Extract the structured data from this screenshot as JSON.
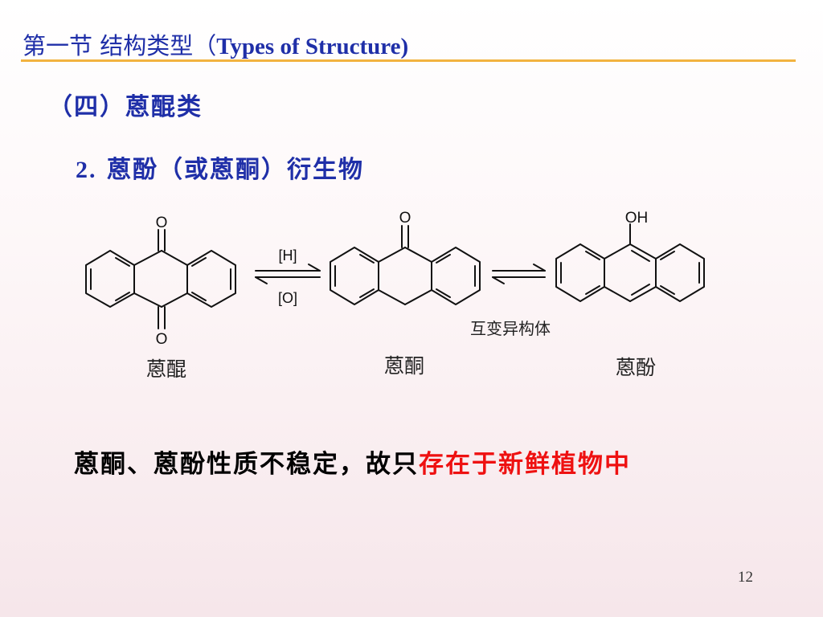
{
  "slide": {
    "title_cn": "第一节  结构类型（",
    "title_en": "Types of  Structure)",
    "section": "（四）蒽醌类",
    "subsection_num": "2.",
    "subsection_text": " 蒽酚（或蒽酮）衍生物",
    "page_number": "12",
    "accent_color": "#f2b340",
    "title_color": "#1f2fa8",
    "highlight_color": "#ee1111"
  },
  "scheme": {
    "atoms": {
      "oxygen": "O",
      "hydroxyl": "OH"
    },
    "reduction_label": "[H]",
    "oxidation_label": "[O]",
    "tautomer_note": "互变异构体",
    "compounds": [
      "蒽醌",
      "蒽酮",
      "蒽酚"
    ]
  },
  "statement": {
    "plain": "蒽酮、蒽酚性质不稳定，故只",
    "highlight": "存在于新鲜植物中"
  }
}
